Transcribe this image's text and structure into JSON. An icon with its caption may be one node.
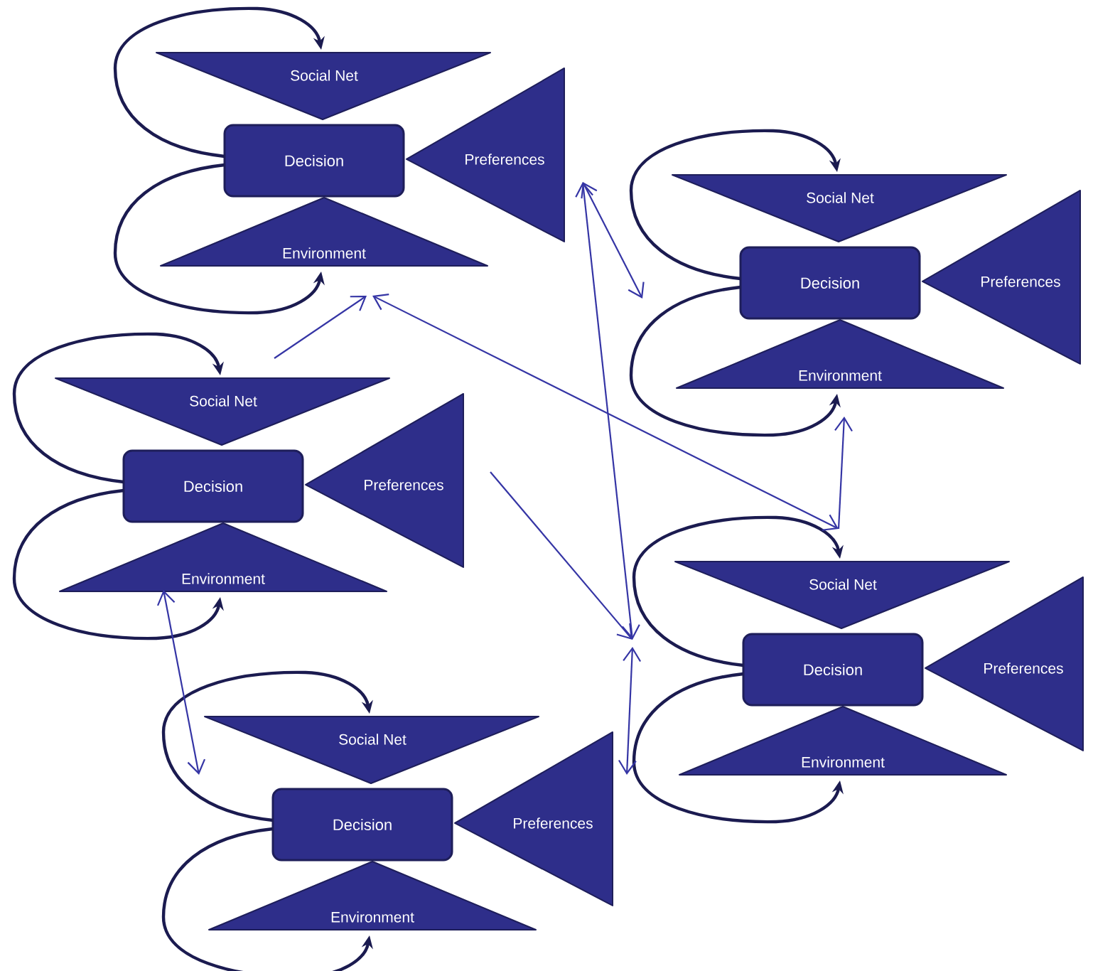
{
  "diagram": {
    "nodes": [
      {
        "text": [
          "Social Net"
        ]
      },
      {
        "text": [
          "Decision"
        ]
      },
      {
        "text": [
          "Preferences"
        ]
      },
      {
        "text": [
          "Environment"
        ]
      },
      {
        "text": [
          "Social Net"
        ]
      },
      {
        "text": [
          "Decision"
        ]
      },
      {
        "text": [
          "Preferences"
        ]
      },
      {
        "text": [
          "Environment"
        ]
      },
      {
        "text": [
          "Social Net"
        ]
      },
      {
        "text": [
          "Decision"
        ]
      },
      {
        "text": [
          "Preferences"
        ]
      },
      {
        "text": [
          "Environment"
        ]
      },
      {
        "text": [
          "Social Net"
        ]
      },
      {
        "text": [
          "Decision"
        ]
      },
      {
        "text": [
          "Preferences"
        ]
      },
      {
        "text": [
          "Environment"
        ]
      },
      {
        "text": [
          "Social Net"
        ]
      },
      {
        "text": [
          "Decision"
        ]
      },
      {
        "text": [
          "Preferences"
        ]
      },
      {
        "text": [
          "Environment"
        ]
      }
    ],
    "edges": [
      {
        "from": 1,
        "to": 0,
        "arrow": "to"
      },
      {
        "from": 1,
        "to": 3,
        "arrow": "to"
      },
      {
        "from": 5,
        "to": 4,
        "arrow": "to"
      },
      {
        "from": 5,
        "to": 7,
        "arrow": "to"
      },
      {
        "from": 9,
        "to": 8,
        "arrow": "to"
      },
      {
        "from": 9,
        "to": 11,
        "arrow": "to"
      },
      {
        "from": 13,
        "to": 12,
        "arrow": "to"
      },
      {
        "from": 13,
        "to": 15,
        "arrow": "to"
      },
      {
        "from": 17,
        "to": 16,
        "arrow": "to"
      },
      {
        "from": 17,
        "to": 19,
        "arrow": "to"
      },
      {
        "from": 8,
        "to": 3,
        "arrow": "to",
        "color": "#3535a5"
      },
      {
        "from": 12,
        "to": 3,
        "arrow": "both",
        "color": "#3535a5"
      },
      {
        "from": 2,
        "to": null,
        "arrow": "both",
        "color": "#3535a5"
      },
      {
        "from": 2,
        "to": null,
        "arrow": "both",
        "color": "#3535a5"
      },
      {
        "from": 10,
        "to": null,
        "arrow": "to",
        "color": "#3535a5"
      },
      {
        "from": null,
        "to": 18,
        "arrow": "both",
        "color": "#3535a5"
      },
      {
        "from": 12,
        "to": 7,
        "arrow": "to",
        "color": "#3535a5"
      },
      {
        "from": 11,
        "to": 16,
        "arrow": "both",
        "color": "#3535a5"
      }
    ]
  }
}
